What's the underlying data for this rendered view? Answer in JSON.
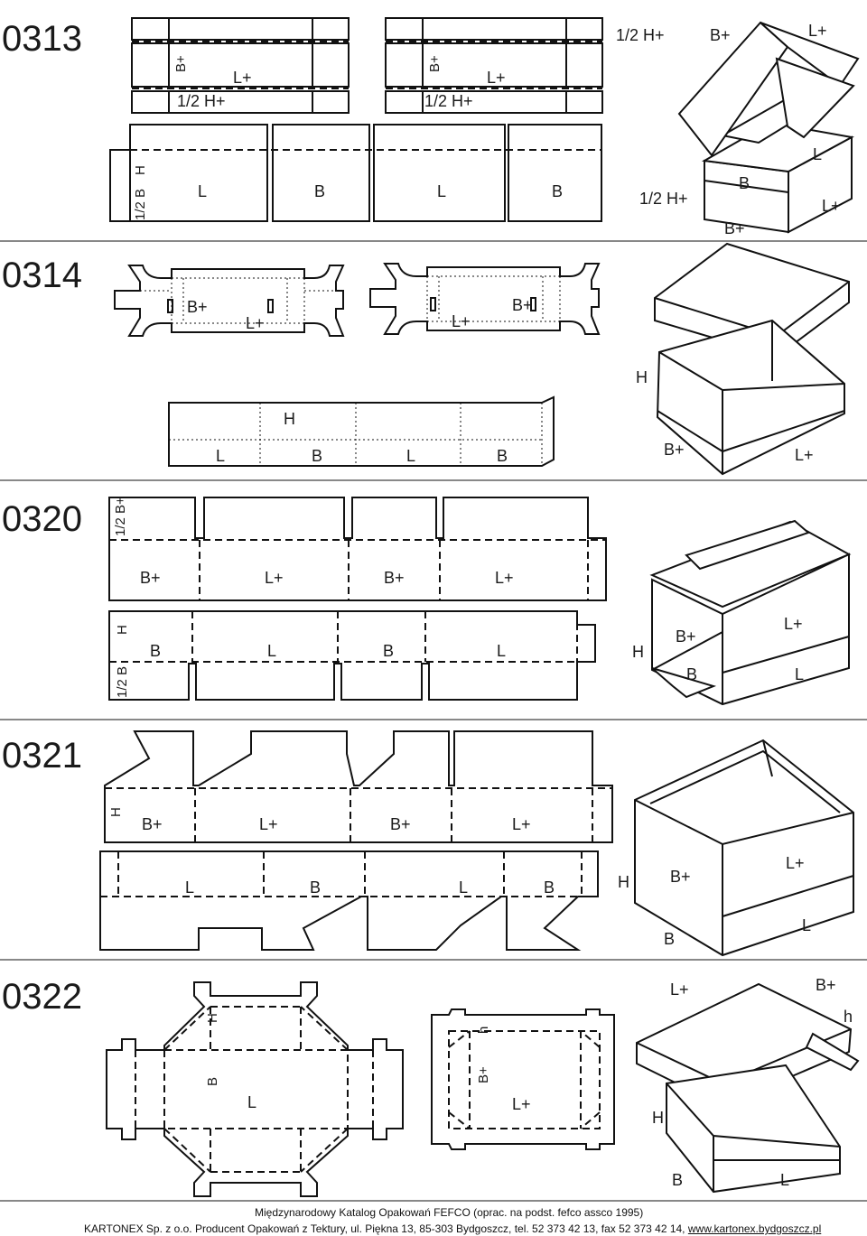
{
  "sections": [
    {
      "code": "0313",
      "labels": {
        "b_plus": "B+",
        "l_plus": "L+",
        "half_h_plus": "1/2 H+",
        "h": "H",
        "half_b": "1/2 B",
        "l": "L",
        "b": "B"
      }
    },
    {
      "code": "0314",
      "labels": {
        "b_plus": "B+",
        "l_plus": "L+",
        "h": "H",
        "l": "L",
        "b": "B"
      }
    },
    {
      "code": "0320",
      "labels": {
        "half_b_plus": "1/2 B+",
        "b_plus": "B+",
        "l_plus": "L+",
        "h": "H",
        "half_b": "1/2 B",
        "l": "L",
        "b": "B"
      }
    },
    {
      "code": "0321",
      "labels": {
        "h": "H",
        "b_plus": "B+",
        "l_plus": "L+",
        "l": "L",
        "b": "B"
      }
    },
    {
      "code": "0322",
      "labels": {
        "h": "H",
        "b": "B",
        "l": "L",
        "small_h": "h",
        "b_plus": "B+",
        "l_plus": "L+"
      }
    }
  ],
  "footer": {
    "line1": "Międzynarodowy Katalog Opakowań FEFCO (oprac. na podst. fefco assco 1995)",
    "line2": "KARTONEX Sp. z o.o. Producent Opakowań z Tektury, ul. Piękna 13, 85-303 Bydgoszcz, tel. 52 373 42 13, fax 52  373 42 14,",
    "link": "www.kartonex.bydgoszcz.pl"
  }
}
